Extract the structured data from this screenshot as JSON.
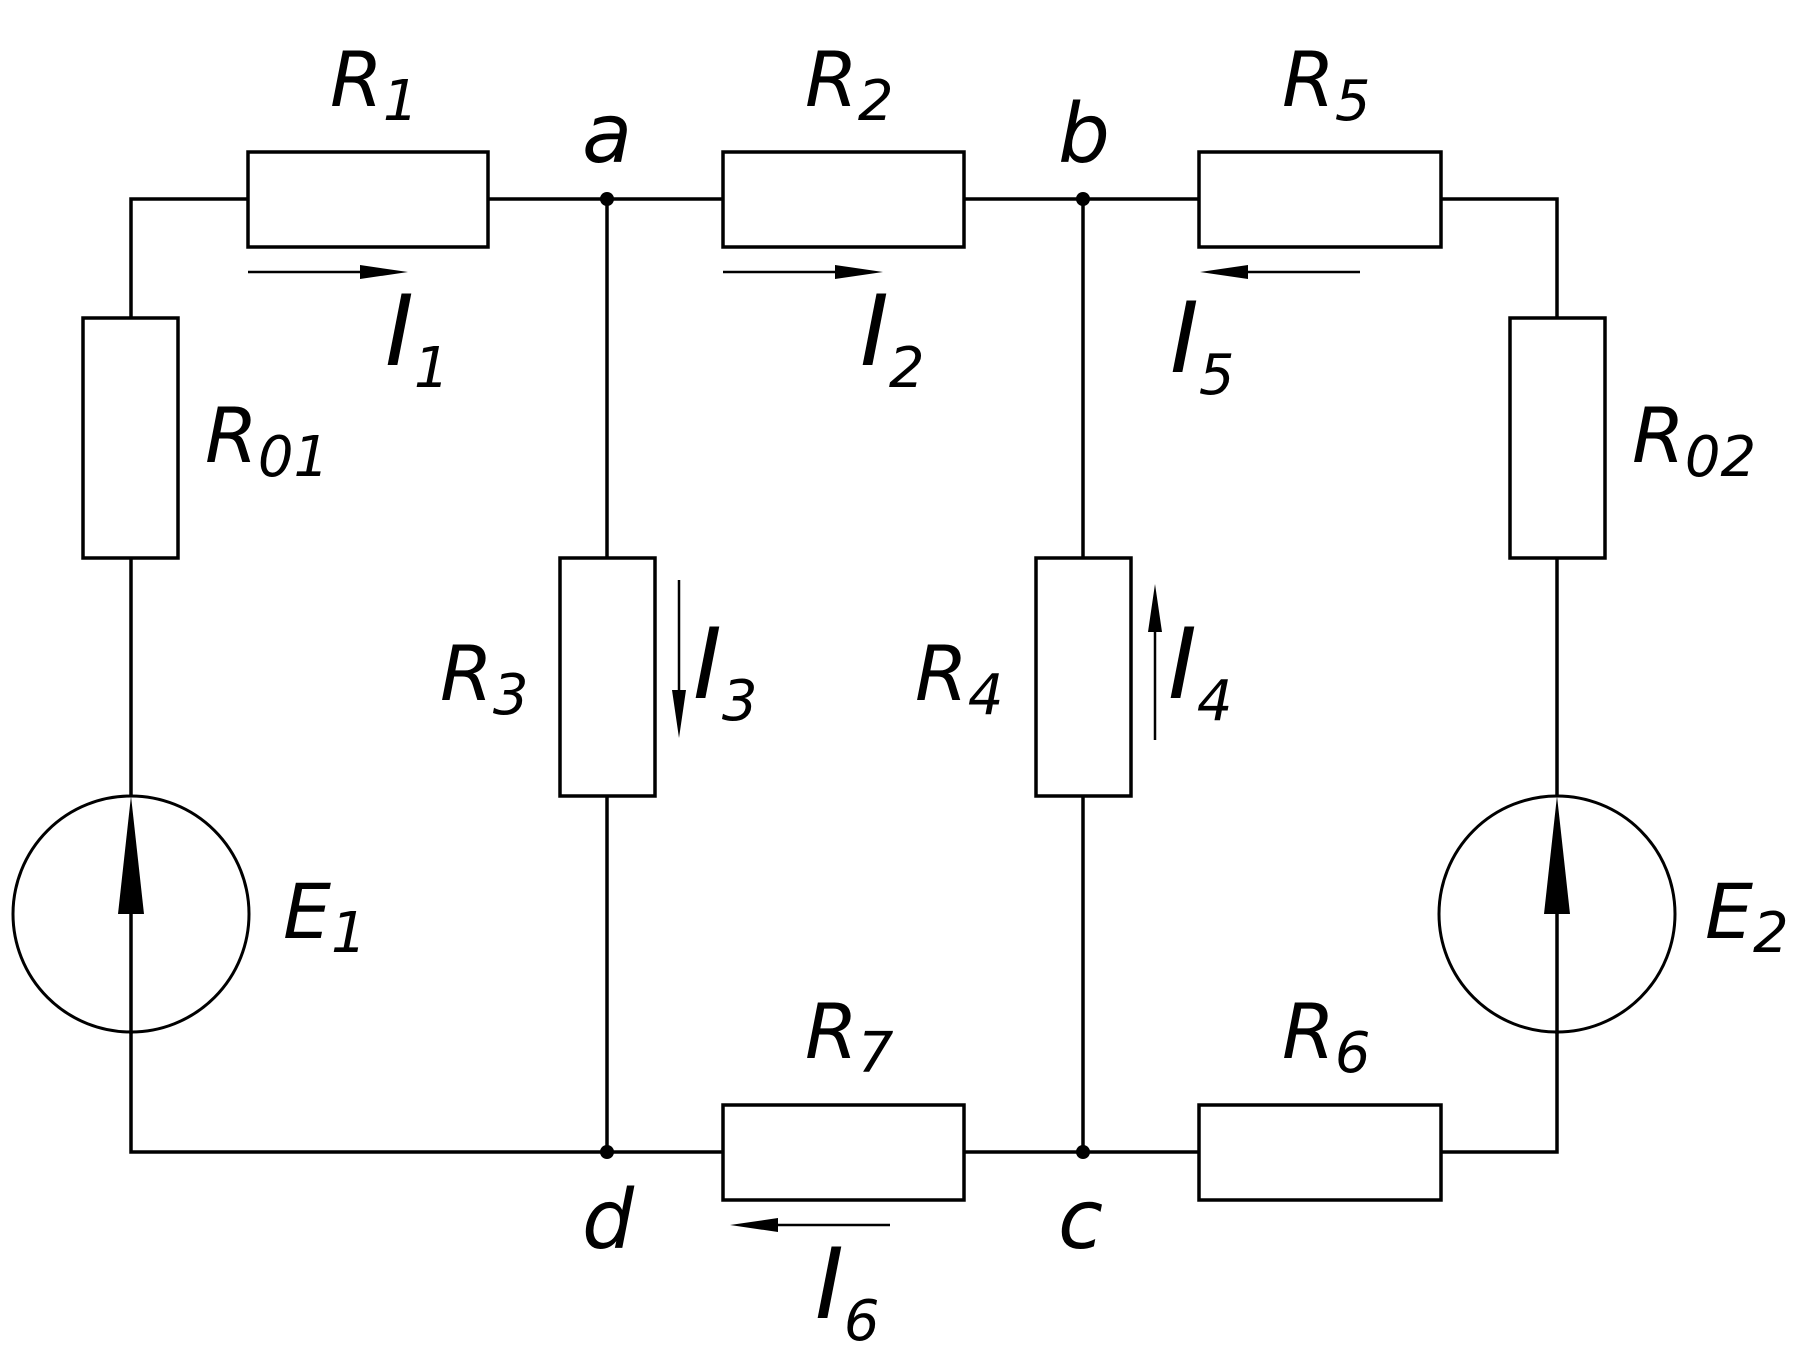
{
  "labels": {
    "R1": {
      "main": "R",
      "sub": "1"
    },
    "R2": {
      "main": "R",
      "sub": "2"
    },
    "R3": {
      "main": "R",
      "sub": "3"
    },
    "R4": {
      "main": "R",
      "sub": "4"
    },
    "R5": {
      "main": "R",
      "sub": "5"
    },
    "R6": {
      "main": "R",
      "sub": "6"
    },
    "R7": {
      "main": "R",
      "sub": "7"
    },
    "R01": {
      "main": "R",
      "sub": "01"
    },
    "R02": {
      "main": "R",
      "sub": "02"
    },
    "E1": {
      "main": "E",
      "sub": "1"
    },
    "E2": {
      "main": "E",
      "sub": "2"
    },
    "I1": {
      "main": "I",
      "sub": "1"
    },
    "I2": {
      "main": "I",
      "sub": "2"
    },
    "I3": {
      "main": "I",
      "sub": "3"
    },
    "I4": {
      "main": "I",
      "sub": "4"
    },
    "I5": {
      "main": "I",
      "sub": "5"
    },
    "I6": {
      "main": "I",
      "sub": "6"
    }
  },
  "nodes": {
    "a": "a",
    "b": "b",
    "c": "c",
    "d": "d"
  }
}
